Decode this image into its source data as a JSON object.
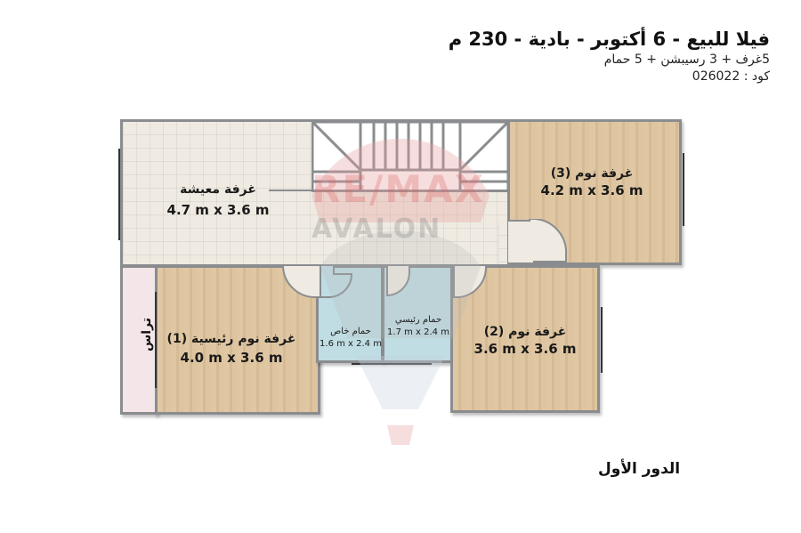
{
  "header": {
    "title": "فيلا للبيع - 6 أكتوبر - بادية - 230 م",
    "subtitle": "5غرف + 3 رسيبشن + 5 حمام",
    "code": "كود : 026022"
  },
  "floor_label": "الدور الأول",
  "watermark": {
    "line1": "RE/MAX",
    "line2": "AVALON"
  },
  "rooms": {
    "living": {
      "name": "غرفة معيشة",
      "dim": "4.7 m x 3.6 m"
    },
    "bedroom3": {
      "name": "غرفة نوم (3)",
      "dim": "4.2 m x 3.6 m"
    },
    "master_bedroom1": {
      "name": "غرفة نوم رئيسية (1)",
      "dim": "4.0 m x 3.6 m"
    },
    "private_bath": {
      "name": "حمام خاص",
      "dim": "1.6 m x 2.4 m"
    },
    "main_bath": {
      "name": "حمام رئيسي",
      "dim": "1.7 m x 2.4 m"
    },
    "bedroom2": {
      "name": "غرفة نوم (2)",
      "dim": "3.6 m x 3.6 m"
    },
    "terrace": {
      "name": "تراس"
    }
  },
  "colors": {
    "wall": "#8a8c8f",
    "wood_floor": "#dcc19a",
    "tile_floor": "#efebe2",
    "bath_floor": "#bfdde3",
    "terrace_floor": "#f4e6e8",
    "watermark_red": "#e8a0a0",
    "watermark_gray": "#b8b8b8"
  }
}
